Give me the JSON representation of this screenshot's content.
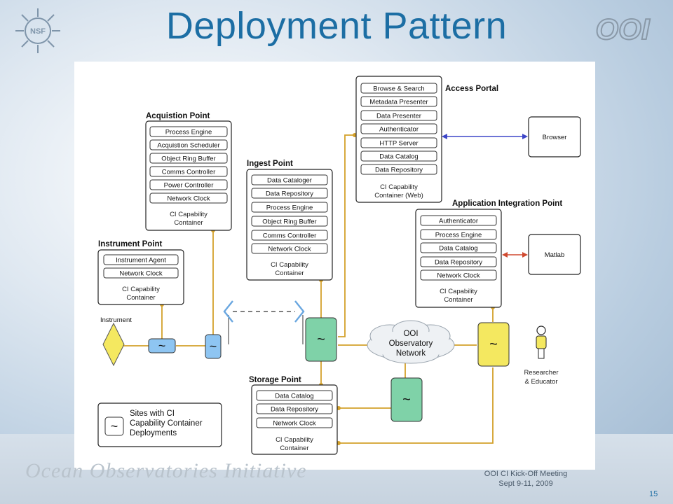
{
  "slide": {
    "title": "Deployment Pattern",
    "footer_brand": "Ocean Observatories Initiative",
    "meeting_line1": "OOI CI Kick-Off Meeting",
    "meeting_line2": "Sept 9-11, 2009",
    "page_number": "15",
    "nsf_logo_text": "NSF",
    "ooi_logo_text": "OOI"
  },
  "diagram": {
    "acquisition_point": {
      "title": "Acquistion Point",
      "items": [
        "Process Engine",
        "Acquistion Scheduler",
        "Object Ring Buffer",
        "Comms Controller",
        "Power Controller",
        "Network Clock"
      ],
      "container_line1": "CI Capability",
      "container_line2": "Container"
    },
    "instrument_point": {
      "title": "Instrument Point",
      "items": [
        "Instrument Agent",
        "Network Clock"
      ],
      "container_line1": "CI Capability",
      "container_line2": "Container"
    },
    "ingest_point": {
      "title": "Ingest Point",
      "items": [
        "Data Cataloger",
        "Data Repository",
        "Process Engine",
        "Object Ring Buffer",
        "Comms Controller",
        "Network Clock"
      ],
      "container_line1": "CI Capability",
      "container_line2": "Container"
    },
    "access_portal": {
      "title": "Access Portal",
      "items": [
        "Browse & Search",
        "Metadata Presenter",
        "Data Presenter",
        "Authenticator",
        "HTTP Server",
        "Data Catalog",
        "Data Repository"
      ],
      "container_line1": "CI Capability",
      "container_line2": "Container (Web)"
    },
    "application_integration_point": {
      "title": "Application Integration Point",
      "items": [
        "Authenticator",
        "Process Engine",
        "Data Catalog",
        "Data Repository",
        "Network Clock"
      ],
      "container_line1": "CI Capability",
      "container_line2": "Container"
    },
    "storage_point": {
      "title": "Storage Point",
      "items": [
        "Data Catalog",
        "Data Repository",
        "Network Clock"
      ],
      "container_line1": "CI Capability",
      "container_line2": "Container"
    },
    "browser_label": "Browser",
    "matlab_label": "Matlab",
    "instrument_label": "Instrument",
    "network_line1": "OOI",
    "network_line2": "Observatory",
    "network_line3": "Network",
    "researcher_line1": "Researcher",
    "researcher_line2": "& Educator",
    "site_symbol": "~",
    "legend": {
      "line1": "Sites with CI",
      "line2": "Capability Container",
      "line3": "Deployments"
    },
    "colors": {
      "gold_link": "#d3a02a",
      "blue_site": "#8ec5f2",
      "green_site": "#7fd2a8",
      "yellow_site": "#f4e860",
      "diamond": "#f4e860",
      "browser_arrow": "#3d46c8",
      "matlab_arrow": "#d04a30"
    }
  }
}
